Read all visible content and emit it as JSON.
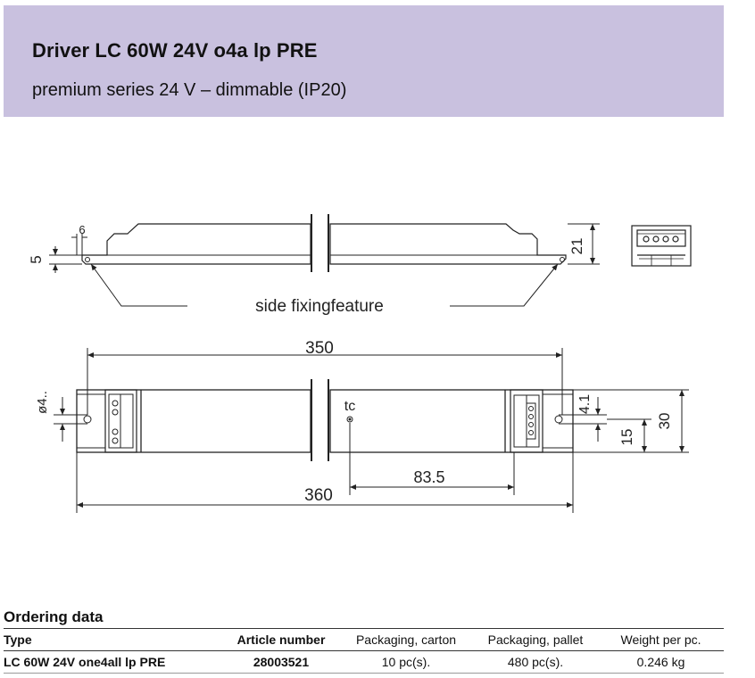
{
  "header": {
    "title": "Driver LC 60W 24V o4a lp PRE",
    "subtitle": "premium series 24 V – dimmable (IP20)"
  },
  "drawing": {
    "label_side_fixing": "side fixingfeature",
    "dim_5": "5",
    "dim_6": "6",
    "dim_21": "21",
    "dim_350": "350",
    "dim_360": "360",
    "dim_phi4": "ø4..",
    "dim_tc": "tc",
    "dim_83_5": "83.5",
    "dim_4_1": "4.1",
    "dim_15": "15",
    "dim_30": "30"
  },
  "ordering": {
    "title": "Ordering data",
    "headers": [
      "Type",
      "Article number",
      "Packaging, carton",
      "Packaging, pallet",
      "Weight per pc."
    ],
    "rows": [
      [
        "LC 60W 24V one4all lp PRE",
        "28003521",
        "10 pc(s).",
        "480 pc(s).",
        "0.246 kg"
      ]
    ]
  },
  "colors": {
    "header_bg": "#c9c1df",
    "line": "#222222"
  }
}
